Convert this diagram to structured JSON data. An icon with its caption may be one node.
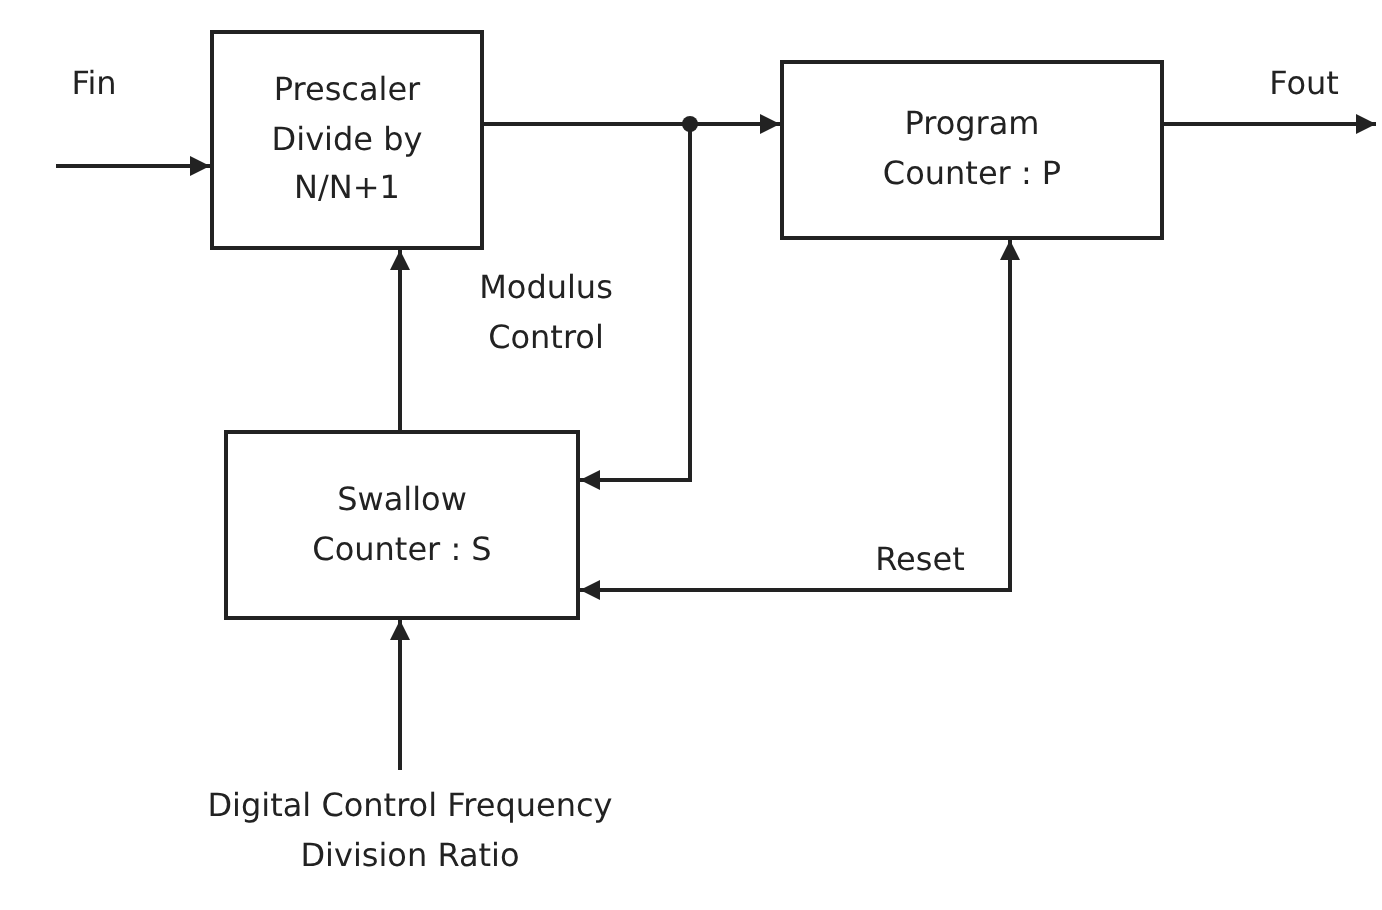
{
  "diagram": {
    "nodes": [
      {
        "text": [
          "Prescaler Divide by N/N+1"
        ]
      },
      {
        "text": [
          "Program Counter : P"
        ]
      },
      {
        "text": [
          "Swallow Counter : S"
        ]
      },
      {
        "text": [
          "Digital Control Frequency Division Ratio"
        ]
      }
    ],
    "edges": [
      {
        "from": null,
        "to": 0,
        "arrow": "to",
        "label": "Fin"
      },
      {
        "from": 0,
        "to": 1,
        "arrow": "to"
      },
      {
        "from": 0,
        "to": 2,
        "arrow": "to"
      },
      {
        "from": 2,
        "to": 0,
        "arrow": "to",
        "label": "Modulus Control"
      },
      {
        "from": 1,
        "to": 2,
        "arrow": "both",
        "label": "Reset"
      },
      {
        "from": 1,
        "to": null,
        "arrow": "to",
        "label": "Fout"
      },
      {
        "from": 3,
        "to": 2,
        "arrow": "to"
      }
    ]
  }
}
